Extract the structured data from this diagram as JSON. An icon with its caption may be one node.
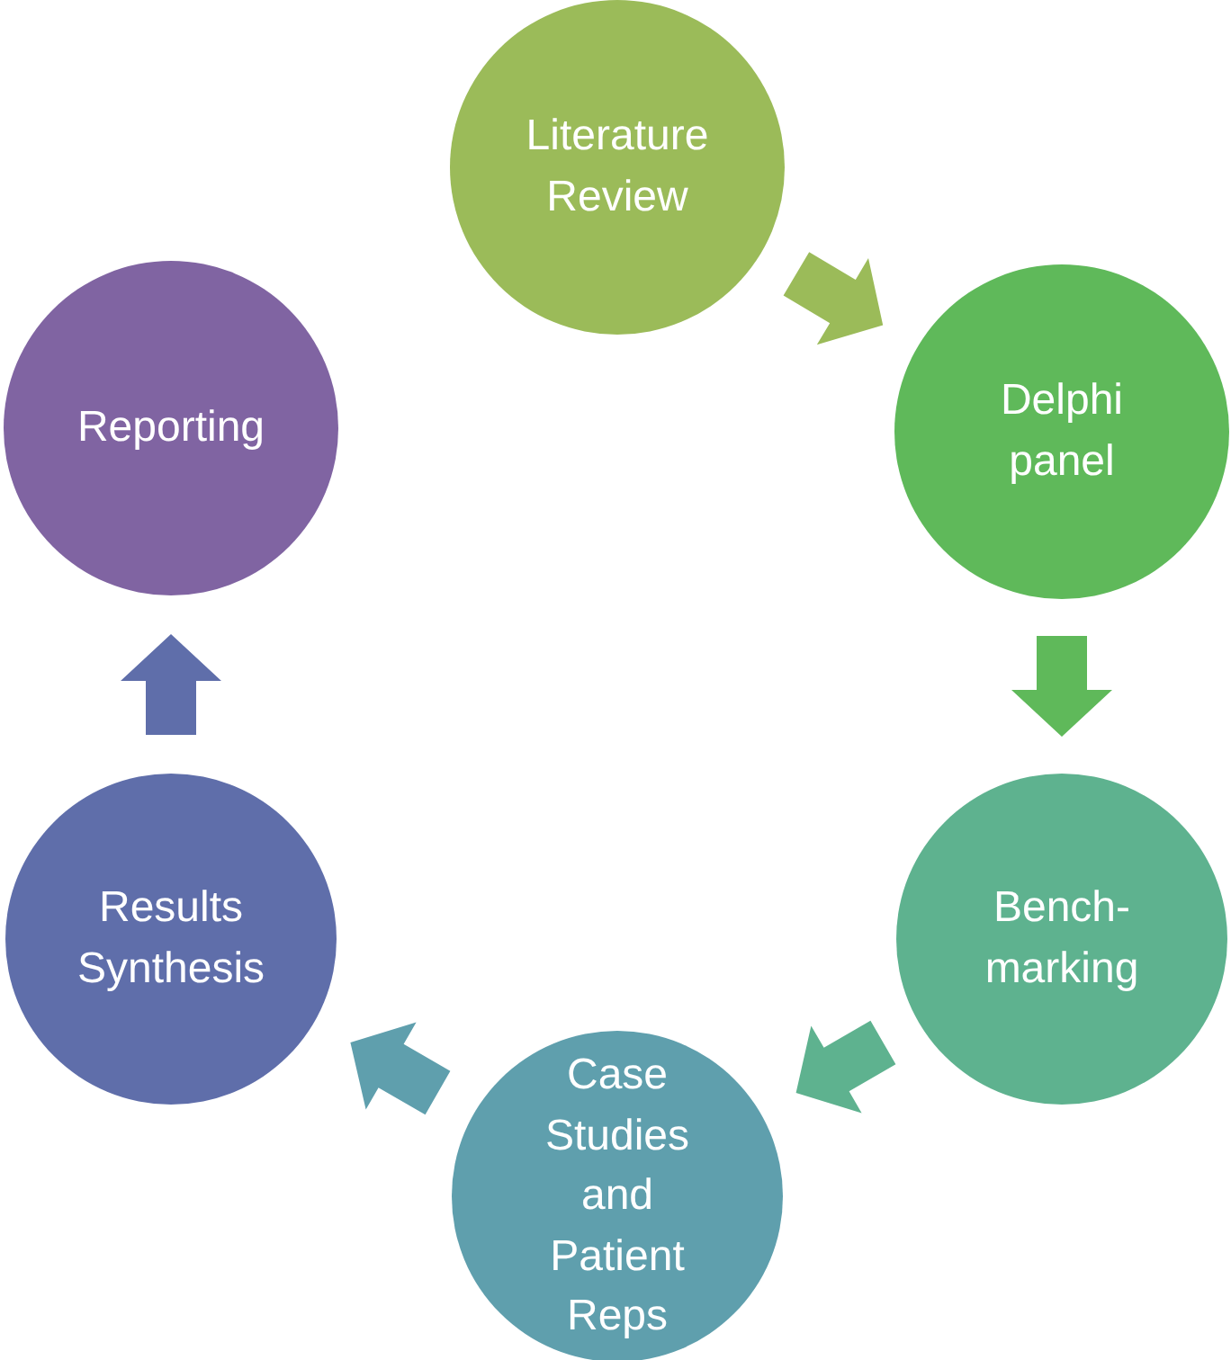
{
  "diagram": {
    "nodes": [
      {
        "text": [
          "Literature Review"
        ]
      },
      {
        "text": [
          "Delphi panel"
        ]
      },
      {
        "text": [
          "Bench-marking"
        ]
      },
      {
        "text": [
          "Case Studies and Patient Reps"
        ]
      },
      {
        "text": [
          "Results Synthesis"
        ]
      },
      {
        "text": [
          "Reporting"
        ]
      }
    ],
    "edges": [
      {
        "from": 0,
        "to": 1,
        "arrow": "to"
      },
      {
        "from": 1,
        "to": 2,
        "arrow": "to"
      },
      {
        "from": 2,
        "to": 3,
        "arrow": "to"
      },
      {
        "from": 3,
        "to": 4,
        "arrow": "to"
      },
      {
        "from": 4,
        "to": 5,
        "arrow": "to"
      }
    ]
  }
}
